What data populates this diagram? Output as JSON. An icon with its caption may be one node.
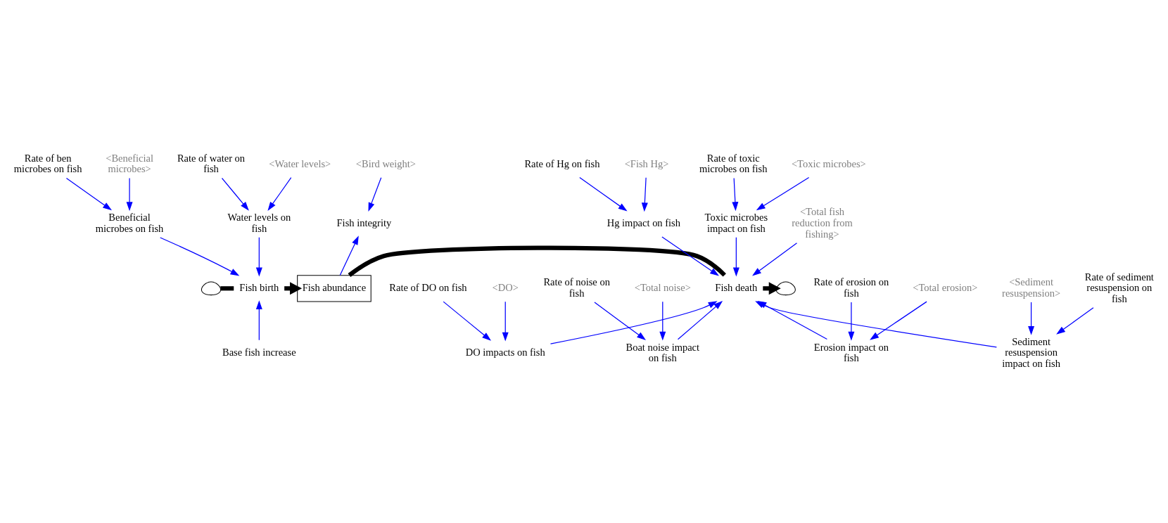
{
  "diagram": {
    "nodes": [
      {
        "text": [],
        "shape": "cloud"
      },
      {
        "text": [
          "Fish birth"
        ]
      },
      {
        "text": [
          "Fish abundance"
        ]
      },
      {
        "text": [
          "Fish death"
        ]
      },
      {
        "text": [],
        "shape": "cloud"
      },
      {
        "text": [
          "Base fish increase"
        ]
      },
      {
        "text": [
          "<Beneficial microbes>"
        ]
      },
      {
        "text": [
          "Beneficial microbes on fish"
        ]
      },
      {
        "text": [
          "Rate of ben microbes on fish"
        ]
      },
      {
        "text": [
          "<Water levels>"
        ]
      },
      {
        "text": [
          "Water levels on fish"
        ]
      },
      {
        "text": [
          "Rate of water on fish"
        ]
      },
      {
        "text": [
          "Fish integrity"
        ]
      },
      {
        "text": [
          "<Bird weight>"
        ]
      },
      {
        "text": [
          "<Fish Hg>"
        ]
      },
      {
        "text": [
          "Hg impact on fish"
        ]
      },
      {
        "text": [
          "Rate of Hg on fish"
        ]
      },
      {
        "text": [
          "<Toxic microbes>"
        ]
      },
      {
        "text": [
          "Toxic microbes impact on fish"
        ]
      },
      {
        "text": [
          "Rate of toxic microbes on fish"
        ]
      },
      {
        "text": [
          "<Total fish reduction from fishing>"
        ]
      },
      {
        "text": [
          "DO impacts on fish"
        ]
      },
      {
        "text": [
          "<DO>"
        ]
      },
      {
        "text": [
          "Rate of DO on fish"
        ]
      },
      {
        "text": [
          "Boat noise impact on fish"
        ]
      },
      {
        "text": [
          "<Total noise>"
        ]
      },
      {
        "text": [
          "Rate of noise on fish"
        ]
      },
      {
        "text": [
          "Erosion impact on fish"
        ]
      },
      {
        "text": [
          "<Total erosion>"
        ]
      },
      {
        "text": [
          "Rate of erosion on fish"
        ]
      },
      {
        "text": [
          "Sediment resuspension impact on fish"
        ]
      },
      {
        "text": [
          "Rate of sediment resuspension on fish"
        ]
      },
      {
        "text": [
          "<Sediment resuspension>"
        ]
      }
    ],
    "edges": [
      {
        "from": 0,
        "to": 1,
        "arrow": "none",
        "style": "thick",
        "color": "#000000"
      },
      {
        "from": 1,
        "to": 2,
        "arrow": "to",
        "style": "thick",
        "color": "#000000"
      },
      {
        "from": 2,
        "to": 3,
        "arrow": "none",
        "style": "thick",
        "color": "#000000"
      },
      {
        "from": 3,
        "to": 4,
        "arrow": "to",
        "style": "thick",
        "color": "#000000"
      },
      {
        "from": 5,
        "to": 1,
        "arrow": "to"
      },
      {
        "from": 6,
        "to": 7,
        "arrow": "to"
      },
      {
        "from": 8,
        "to": 7,
        "arrow": "to"
      },
      {
        "from": 7,
        "to": 1,
        "arrow": "to"
      },
      {
        "from": 9,
        "to": 10,
        "arrow": "to"
      },
      {
        "from": 11,
        "to": 10,
        "arrow": "to"
      },
      {
        "from": 10,
        "to": 1,
        "arrow": "to"
      },
      {
        "from": 2,
        "to": 12,
        "arrow": "to"
      },
      {
        "from": 13,
        "to": 12,
        "arrow": "to"
      },
      {
        "from": 14,
        "to": 15,
        "arrow": "to"
      },
      {
        "from": 16,
        "to": 15,
        "arrow": "to"
      },
      {
        "from": 15,
        "to": 3,
        "arrow": "to"
      },
      {
        "from": 17,
        "to": 18,
        "arrow": "to"
      },
      {
        "from": 19,
        "to": 18,
        "arrow": "to"
      },
      {
        "from": 18,
        "to": 3,
        "arrow": "to"
      },
      {
        "from": 20,
        "to": 3,
        "arrow": "to"
      },
      {
        "from": 21,
        "to": 3,
        "arrow": "to"
      },
      {
        "from": 22,
        "to": 21,
        "arrow": "to"
      },
      {
        "from": 23,
        "to": 21,
        "arrow": "to"
      },
      {
        "from": 24,
        "to": 3,
        "arrow": "to"
      },
      {
        "from": 25,
        "to": 24,
        "arrow": "to"
      },
      {
        "from": 26,
        "to": 24,
        "arrow": "to"
      },
      {
        "from": 27,
        "to": 3,
        "arrow": "to"
      },
      {
        "from": 28,
        "to": 27,
        "arrow": "to"
      },
      {
        "from": 29,
        "to": 27,
        "arrow": "to"
      },
      {
        "from": 30,
        "to": 3,
        "arrow": "to"
      },
      {
        "from": 31,
        "to": 30,
        "arrow": "to"
      },
      {
        "from": 32,
        "to": 30,
        "arrow": "to"
      }
    ]
  }
}
